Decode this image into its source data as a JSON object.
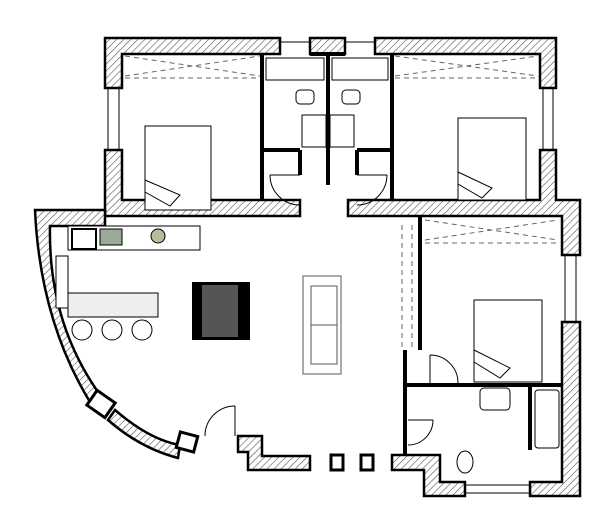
{
  "colors": {
    "wall": "#000000",
    "hatch": "#555555",
    "floor": "#ffffff",
    "table": "#555555",
    "furniture_line": "#444444"
  },
  "rooms": [
    "bedroom",
    "bedroom",
    "bedroom",
    "bathroom",
    "bathroom",
    "bathroom",
    "living-kitchen"
  ]
}
